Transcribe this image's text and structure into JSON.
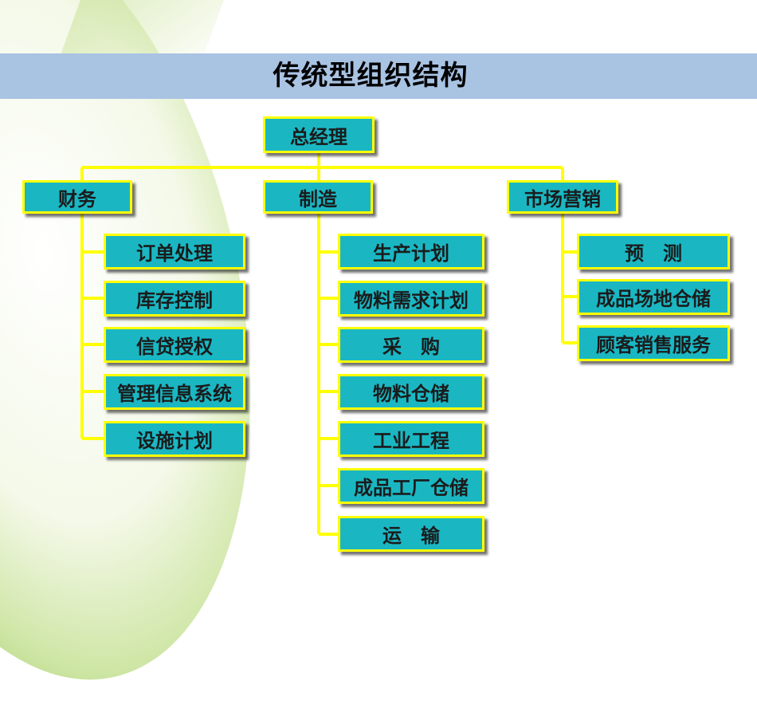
{
  "title": "传统型组织结构",
  "colors": {
    "box_fill": "#1ab7c3",
    "box_border": "#ffff00",
    "connector": "#ffff00",
    "title_bar": "#a9c3e3"
  },
  "org": {
    "root": "总经理",
    "departments": [
      {
        "name": "财务",
        "children": [
          "订单处理",
          "库存控制",
          "信贷授权",
          "管理信息系统",
          "设施计划"
        ]
      },
      {
        "name": "制造",
        "children": [
          "生产计划",
          "物料需求计划",
          "采　购",
          "物料仓储",
          "工业工程",
          "成品工厂仓储",
          "运　输"
        ]
      },
      {
        "name": "市场营销",
        "children": [
          "预　测",
          "成品场地仓储",
          "顾客销售服务"
        ]
      }
    ]
  }
}
